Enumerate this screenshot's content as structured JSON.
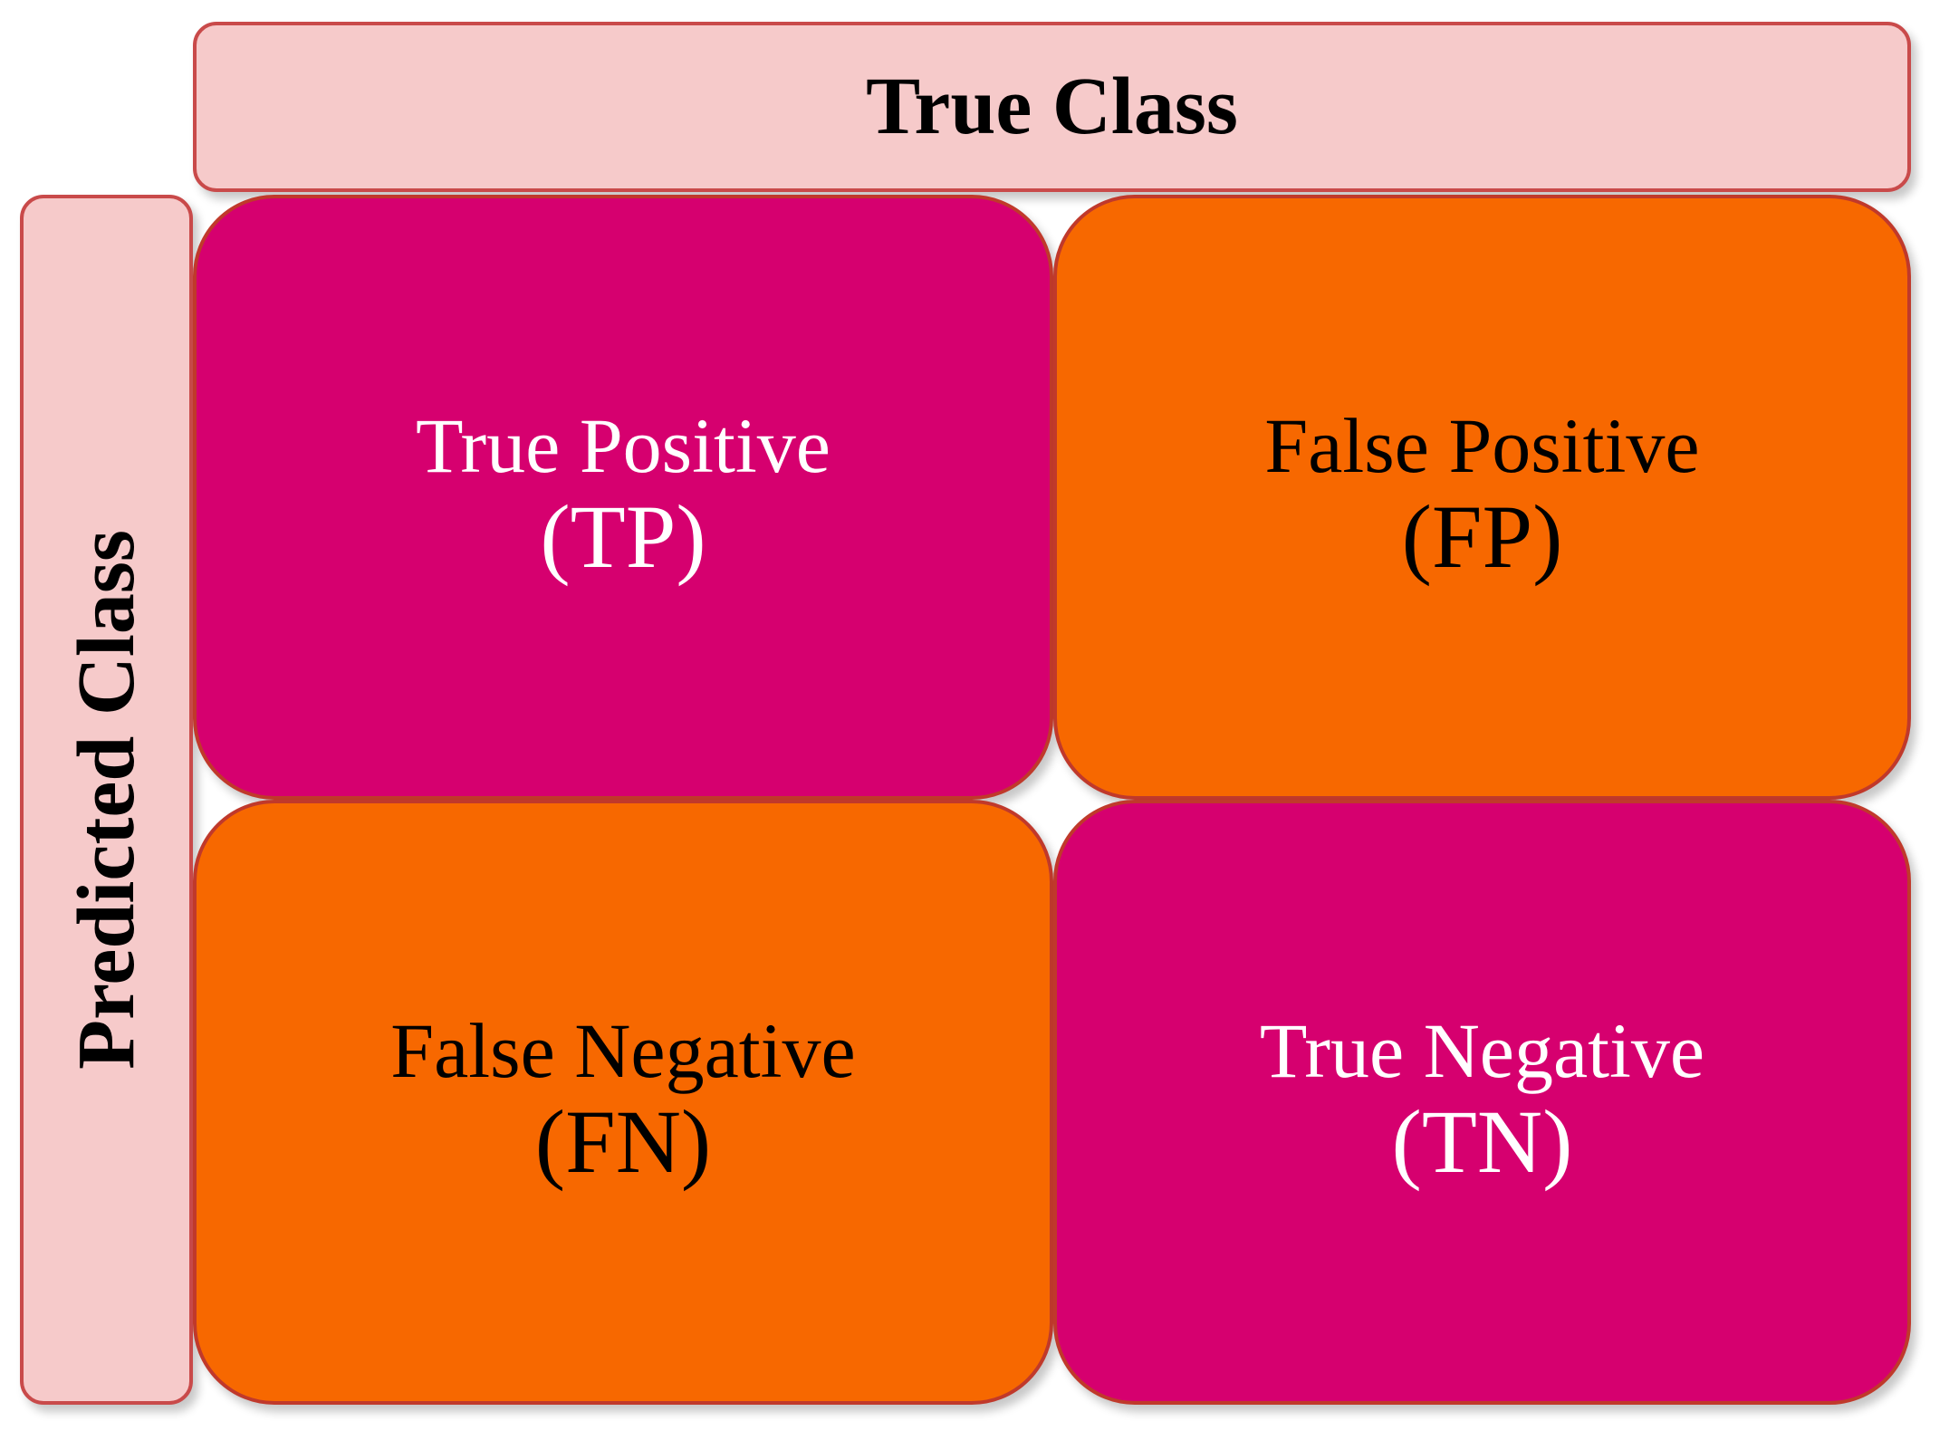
{
  "header": {
    "title": "True Class"
  },
  "side": {
    "title": "Predicted Class"
  },
  "cells": {
    "tp": {
      "name": "True Positive",
      "abbr": "(TP)",
      "fill": "#d6006f",
      "text_color": "#ffffff"
    },
    "fp": {
      "name": "False Positive",
      "abbr": "(FP)",
      "fill": "#f76800",
      "text_color": "#000000"
    },
    "fn": {
      "name": "False Negative",
      "abbr": "(FN)",
      "fill": "#f76800",
      "text_color": "#000000"
    },
    "tn": {
      "name": "True Negative",
      "abbr": "(TN)",
      "fill": "#d6006f",
      "text_color": "#ffffff"
    }
  },
  "colors": {
    "label_fill": "#f6caca",
    "label_border": "#c94a4a",
    "cell_border": "#c0392b"
  }
}
